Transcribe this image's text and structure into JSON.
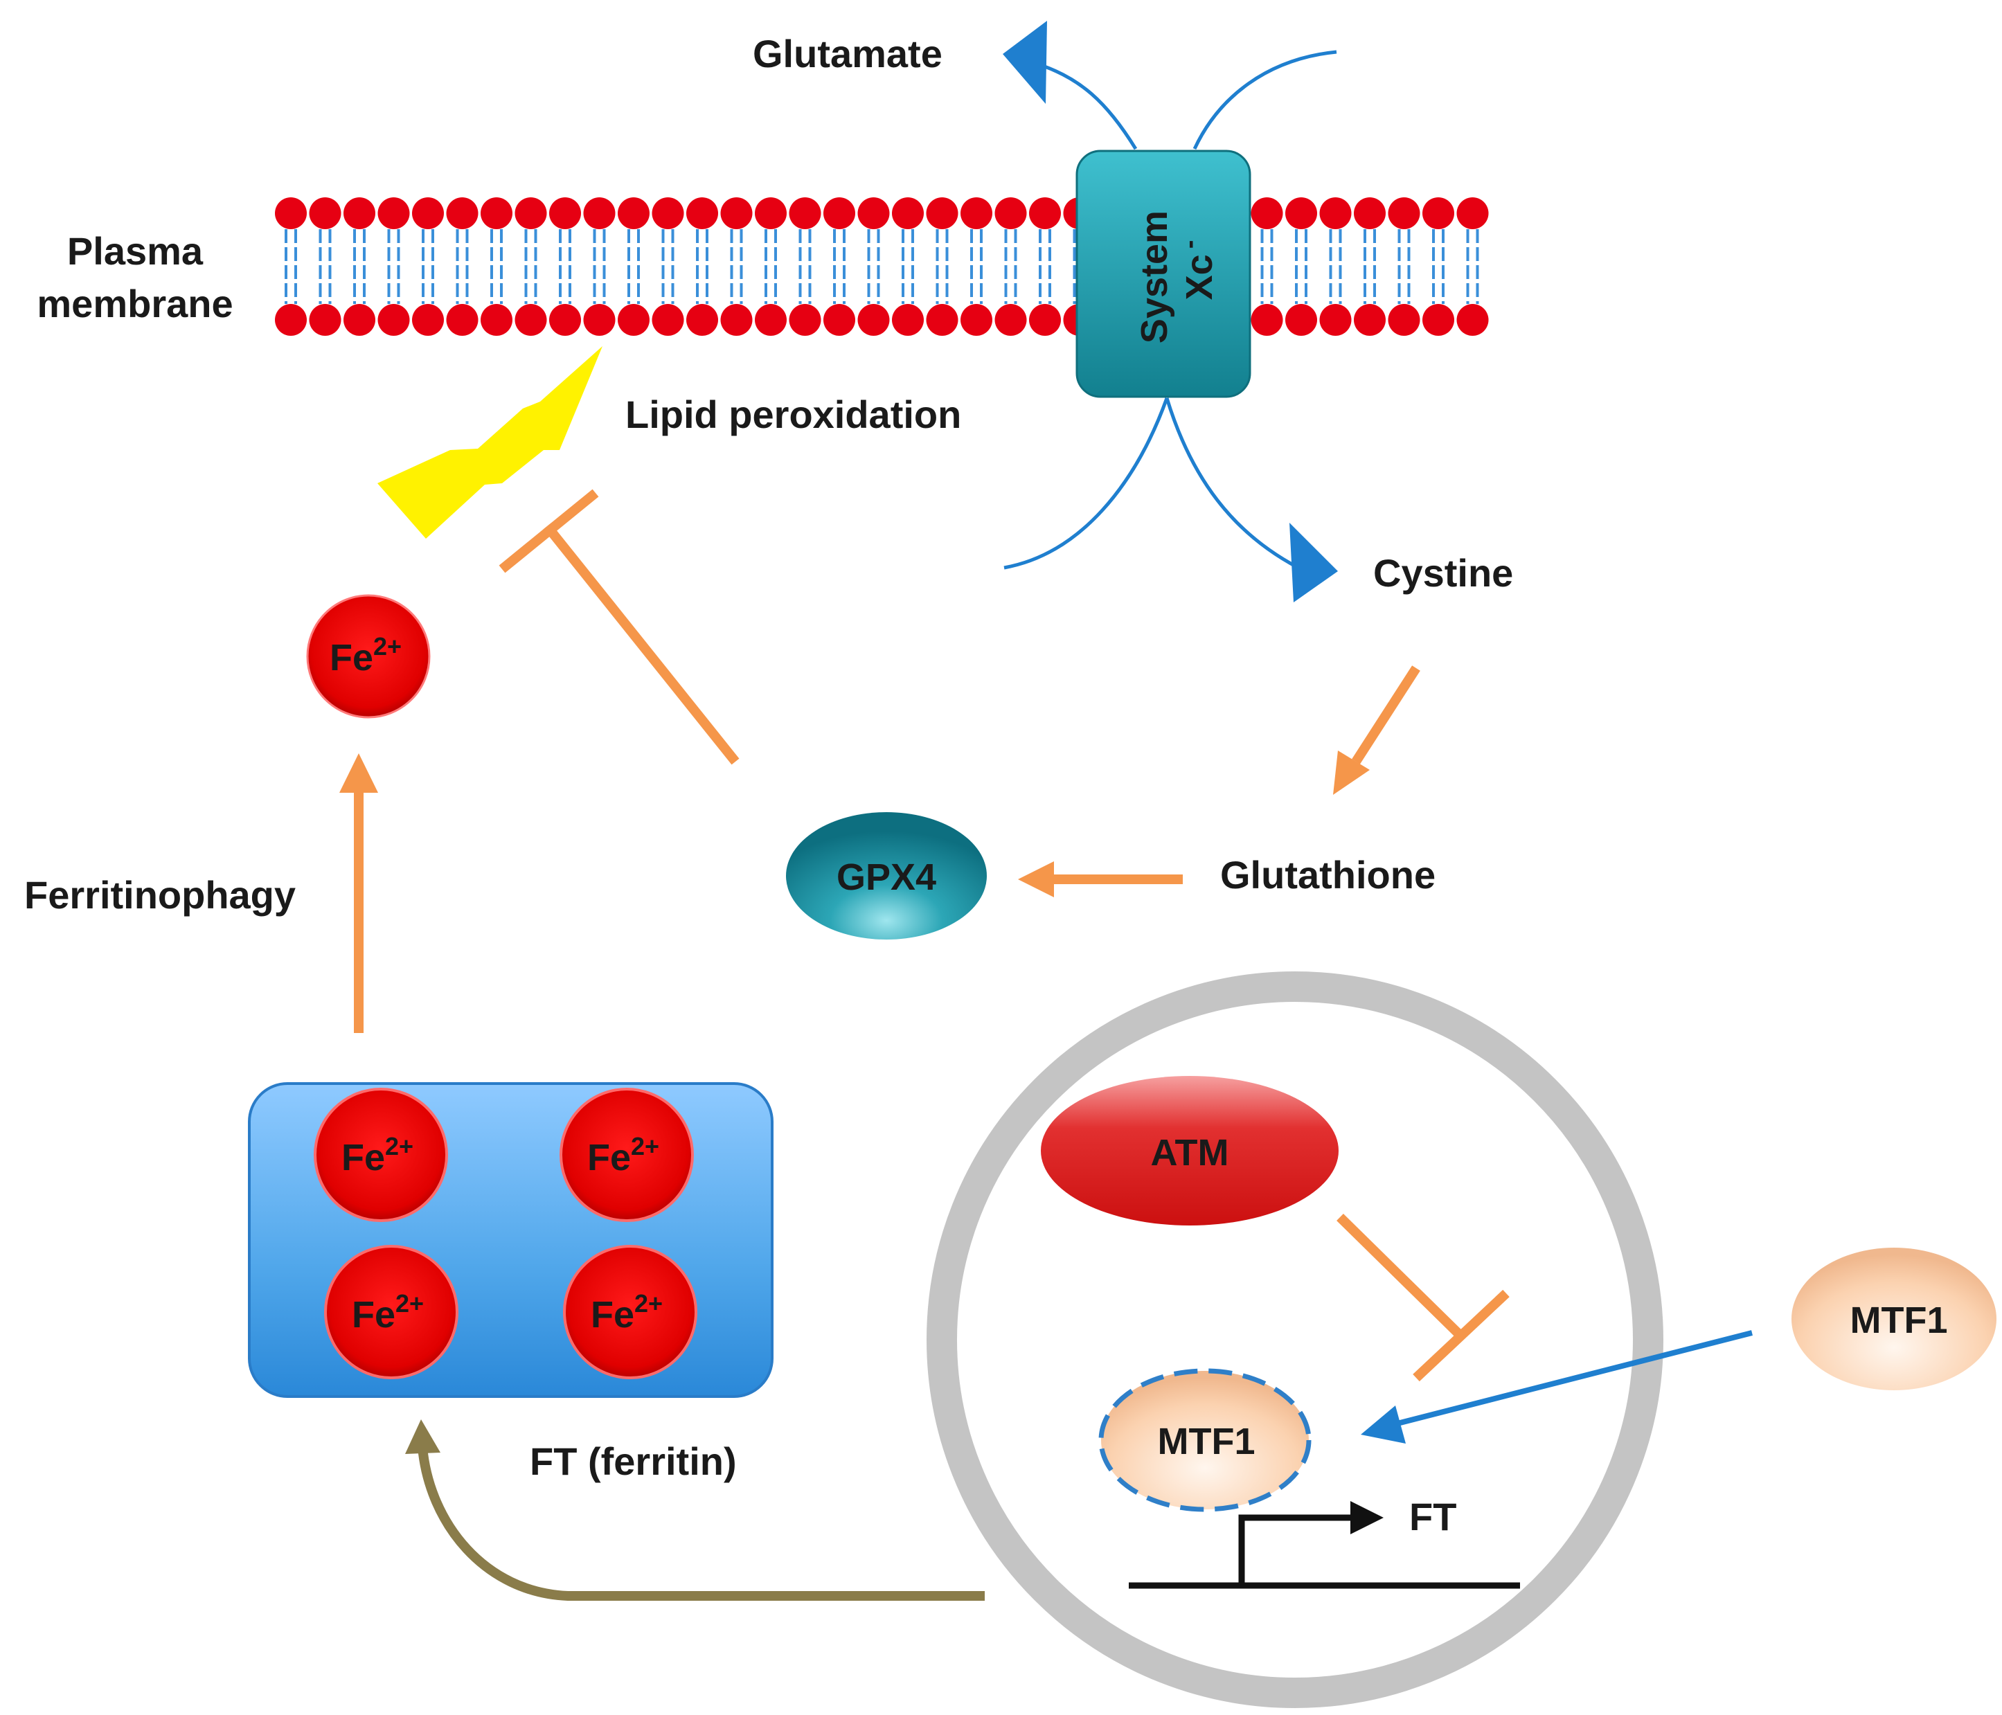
{
  "labels": {
    "glutamate": "Glutamate",
    "plasma_membrane_line1": "Plasma",
    "plasma_membrane_line2": "membrane",
    "system_xc_line1": "System",
    "system_xc_line2": "Xc",
    "system_xc_sup": "-",
    "lipid_peroxidation": "Lipid peroxidation",
    "cystine": "Cystine",
    "glutathione": "Glutathione",
    "gpx4": "GPX4",
    "ferritinophagy": "Ferritinophagy",
    "ft_ferritin": "FT (ferritin)",
    "atm": "ATM",
    "mtf1_nuclear": "MTF1",
    "mtf1_cytoplasmic": "MTF1",
    "ft_gene": "FT",
    "fe_base": "Fe",
    "fe_charge": "2+"
  },
  "colors": {
    "membrane_head": "#e60012",
    "membrane_tail": "#3a8fd9",
    "transporter": "#1f9fb0",
    "flow_arrow_blue": "#1f7fcf",
    "orange_arrow": "#f5964a",
    "lightning": "#fff200",
    "iron": "#e00000",
    "ferritin_box": "#5fb0f0",
    "gpx4": "#1a8a9c",
    "atm": "#e23030",
    "mtf1": "#fbd2b0",
    "nucleus_ring": "#c4c4c4",
    "olive_arrow": "#8a7c4a"
  },
  "icons": [
    "lightning-bolt-icon",
    "fe2-ion-icon",
    "transcription-start-arrow-icon"
  ]
}
